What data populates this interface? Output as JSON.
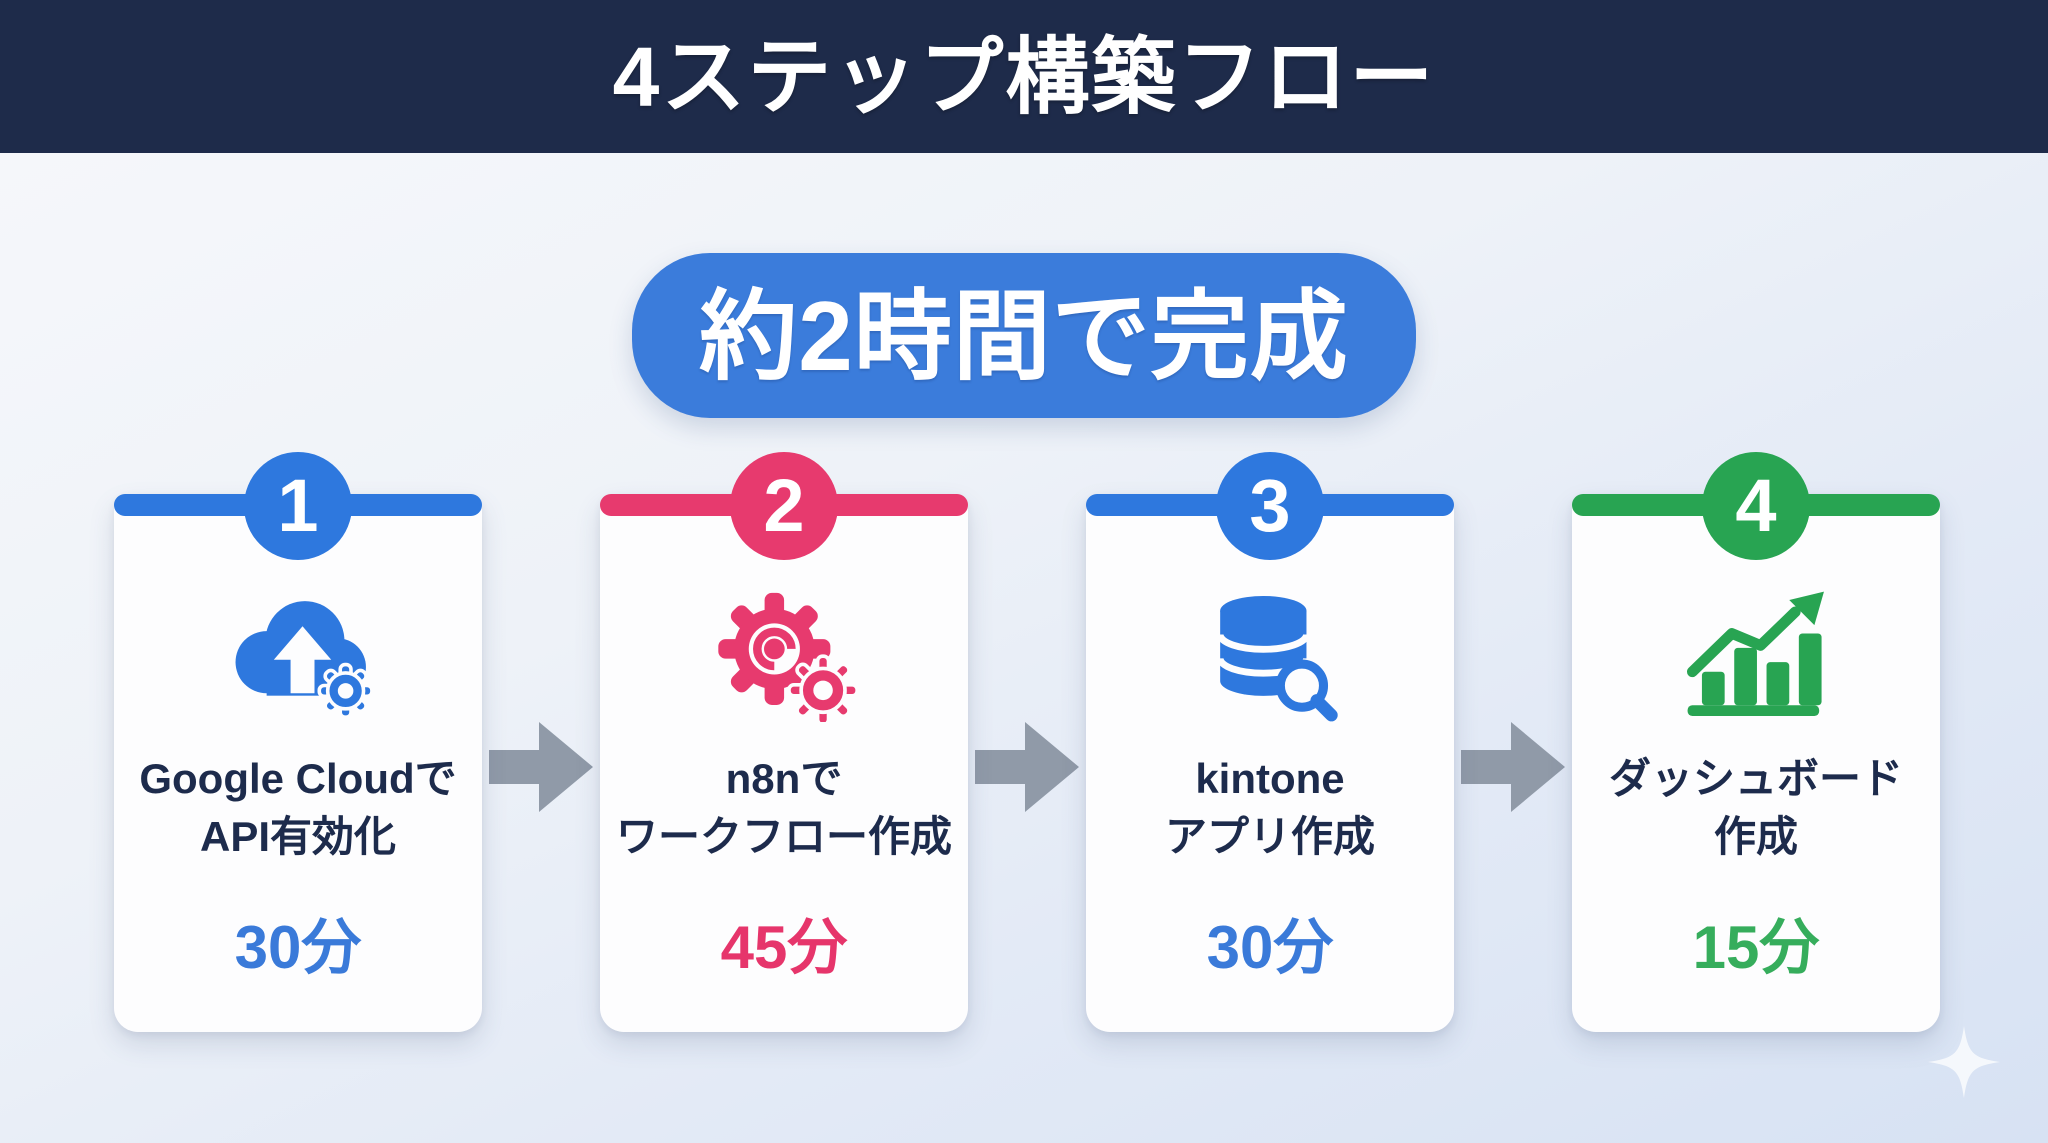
{
  "header": {
    "title": "4ステップ構築フロー",
    "bg_color": "#1e2b4a",
    "text_color": "#ffffff"
  },
  "badge": {
    "label": "約2時間で完成",
    "bg_color": "#3b7cdb",
    "text_color": "#ffffff"
  },
  "flow": {
    "arrow_color": "#909aa8",
    "steps": [
      {
        "number": "1",
        "icon": "cloud-upload-gear-icon",
        "title_line1": "Google Cloudで",
        "title_line2": "API有効化",
        "duration": "30分",
        "accent_color": "#2e78de",
        "duration_color": "#3a7ad9"
      },
      {
        "number": "2",
        "icon": "gears-icon",
        "title_line1": "n8nで",
        "title_line2": "ワークフロー作成",
        "duration": "45分",
        "accent_color": "#e73a6e",
        "duration_color": "#e6356b"
      },
      {
        "number": "3",
        "icon": "database-search-icon",
        "title_line1": "kintone",
        "title_line2": "アプリ作成",
        "duration": "30分",
        "accent_color": "#2e78de",
        "duration_color": "#3a7ad9"
      },
      {
        "number": "4",
        "icon": "chart-growth-icon",
        "title_line1": "ダッシュボード",
        "title_line2": "作成",
        "duration": "15分",
        "accent_color": "#28a452",
        "duration_color": "#36ad5c"
      }
    ]
  },
  "decor": {
    "sparkle_icon": "four-point-star"
  },
  "colors": {
    "body_text": "#1d2b4c",
    "background_top": "#f7f8fb",
    "background_bottom": "#d7e2f3",
    "card_bg": "#fdfdfe"
  }
}
